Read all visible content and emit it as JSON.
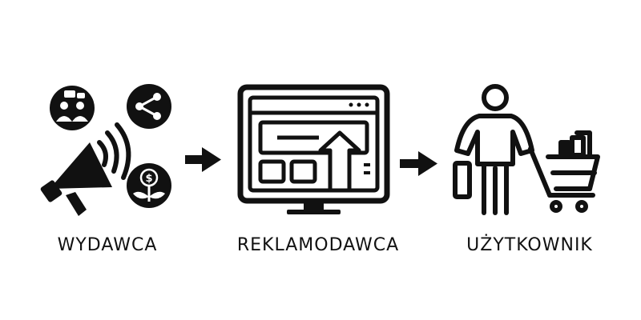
{
  "colors": {
    "ink": "#111111",
    "background": "#ffffff"
  },
  "nodes": [
    {
      "label": "WYDAWCA",
      "icons": [
        "megaphone-icon",
        "people-chat-icon",
        "share-icon",
        "money-plant-icon"
      ]
    },
    {
      "label": "REKLAMODAWCA",
      "icons": [
        "monitor-ad-growth-icon"
      ]
    },
    {
      "label": "UŻYTKOWNIK",
      "icons": [
        "shopper-with-cart-icon"
      ]
    }
  ],
  "edges": [
    {
      "from": "WYDAWCA",
      "to": "REKLAMODAWCA",
      "icon": "arrow-right-icon"
    },
    {
      "from": "REKLAMODAWCA",
      "to": "UŻYTKOWNIK",
      "icon": "arrow-right-icon"
    }
  ]
}
